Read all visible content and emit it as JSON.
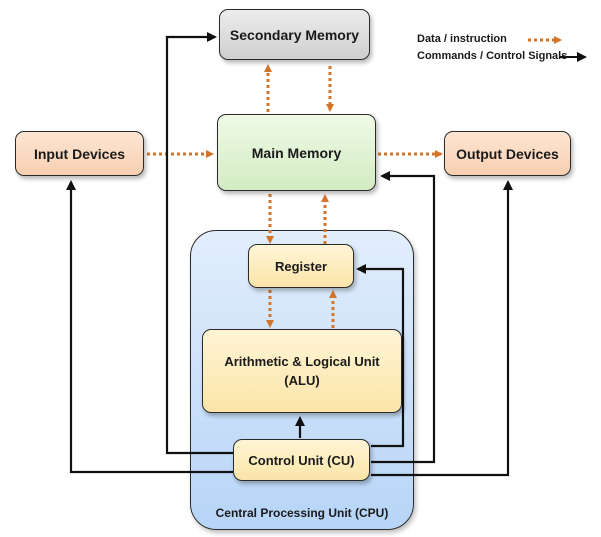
{
  "legend": {
    "data_label": "Data / instruction",
    "control_label": "Commands / Control Signals"
  },
  "boxes": {
    "secondary_memory": "Secondary Memory",
    "main_memory": "Main Memory",
    "input_devices": "Input Devices",
    "output_devices": "Output Devices",
    "register": "Register",
    "alu_line1": "Arithmetic & Logical Unit",
    "alu_line2": "(ALU)",
    "control_unit": "Control Unit (CU)",
    "cpu": "Central Processing Unit (CPU)"
  },
  "colors": {
    "data_arrow": "#d4742a",
    "control_arrow": "#111111",
    "memory_fill": "#dcefd0",
    "secondary_fill": "#dcdcdc",
    "device_fill": "#fbd9bf",
    "unit_fill": "#fdeebe",
    "cpu_fill": "#c6ddf8"
  }
}
